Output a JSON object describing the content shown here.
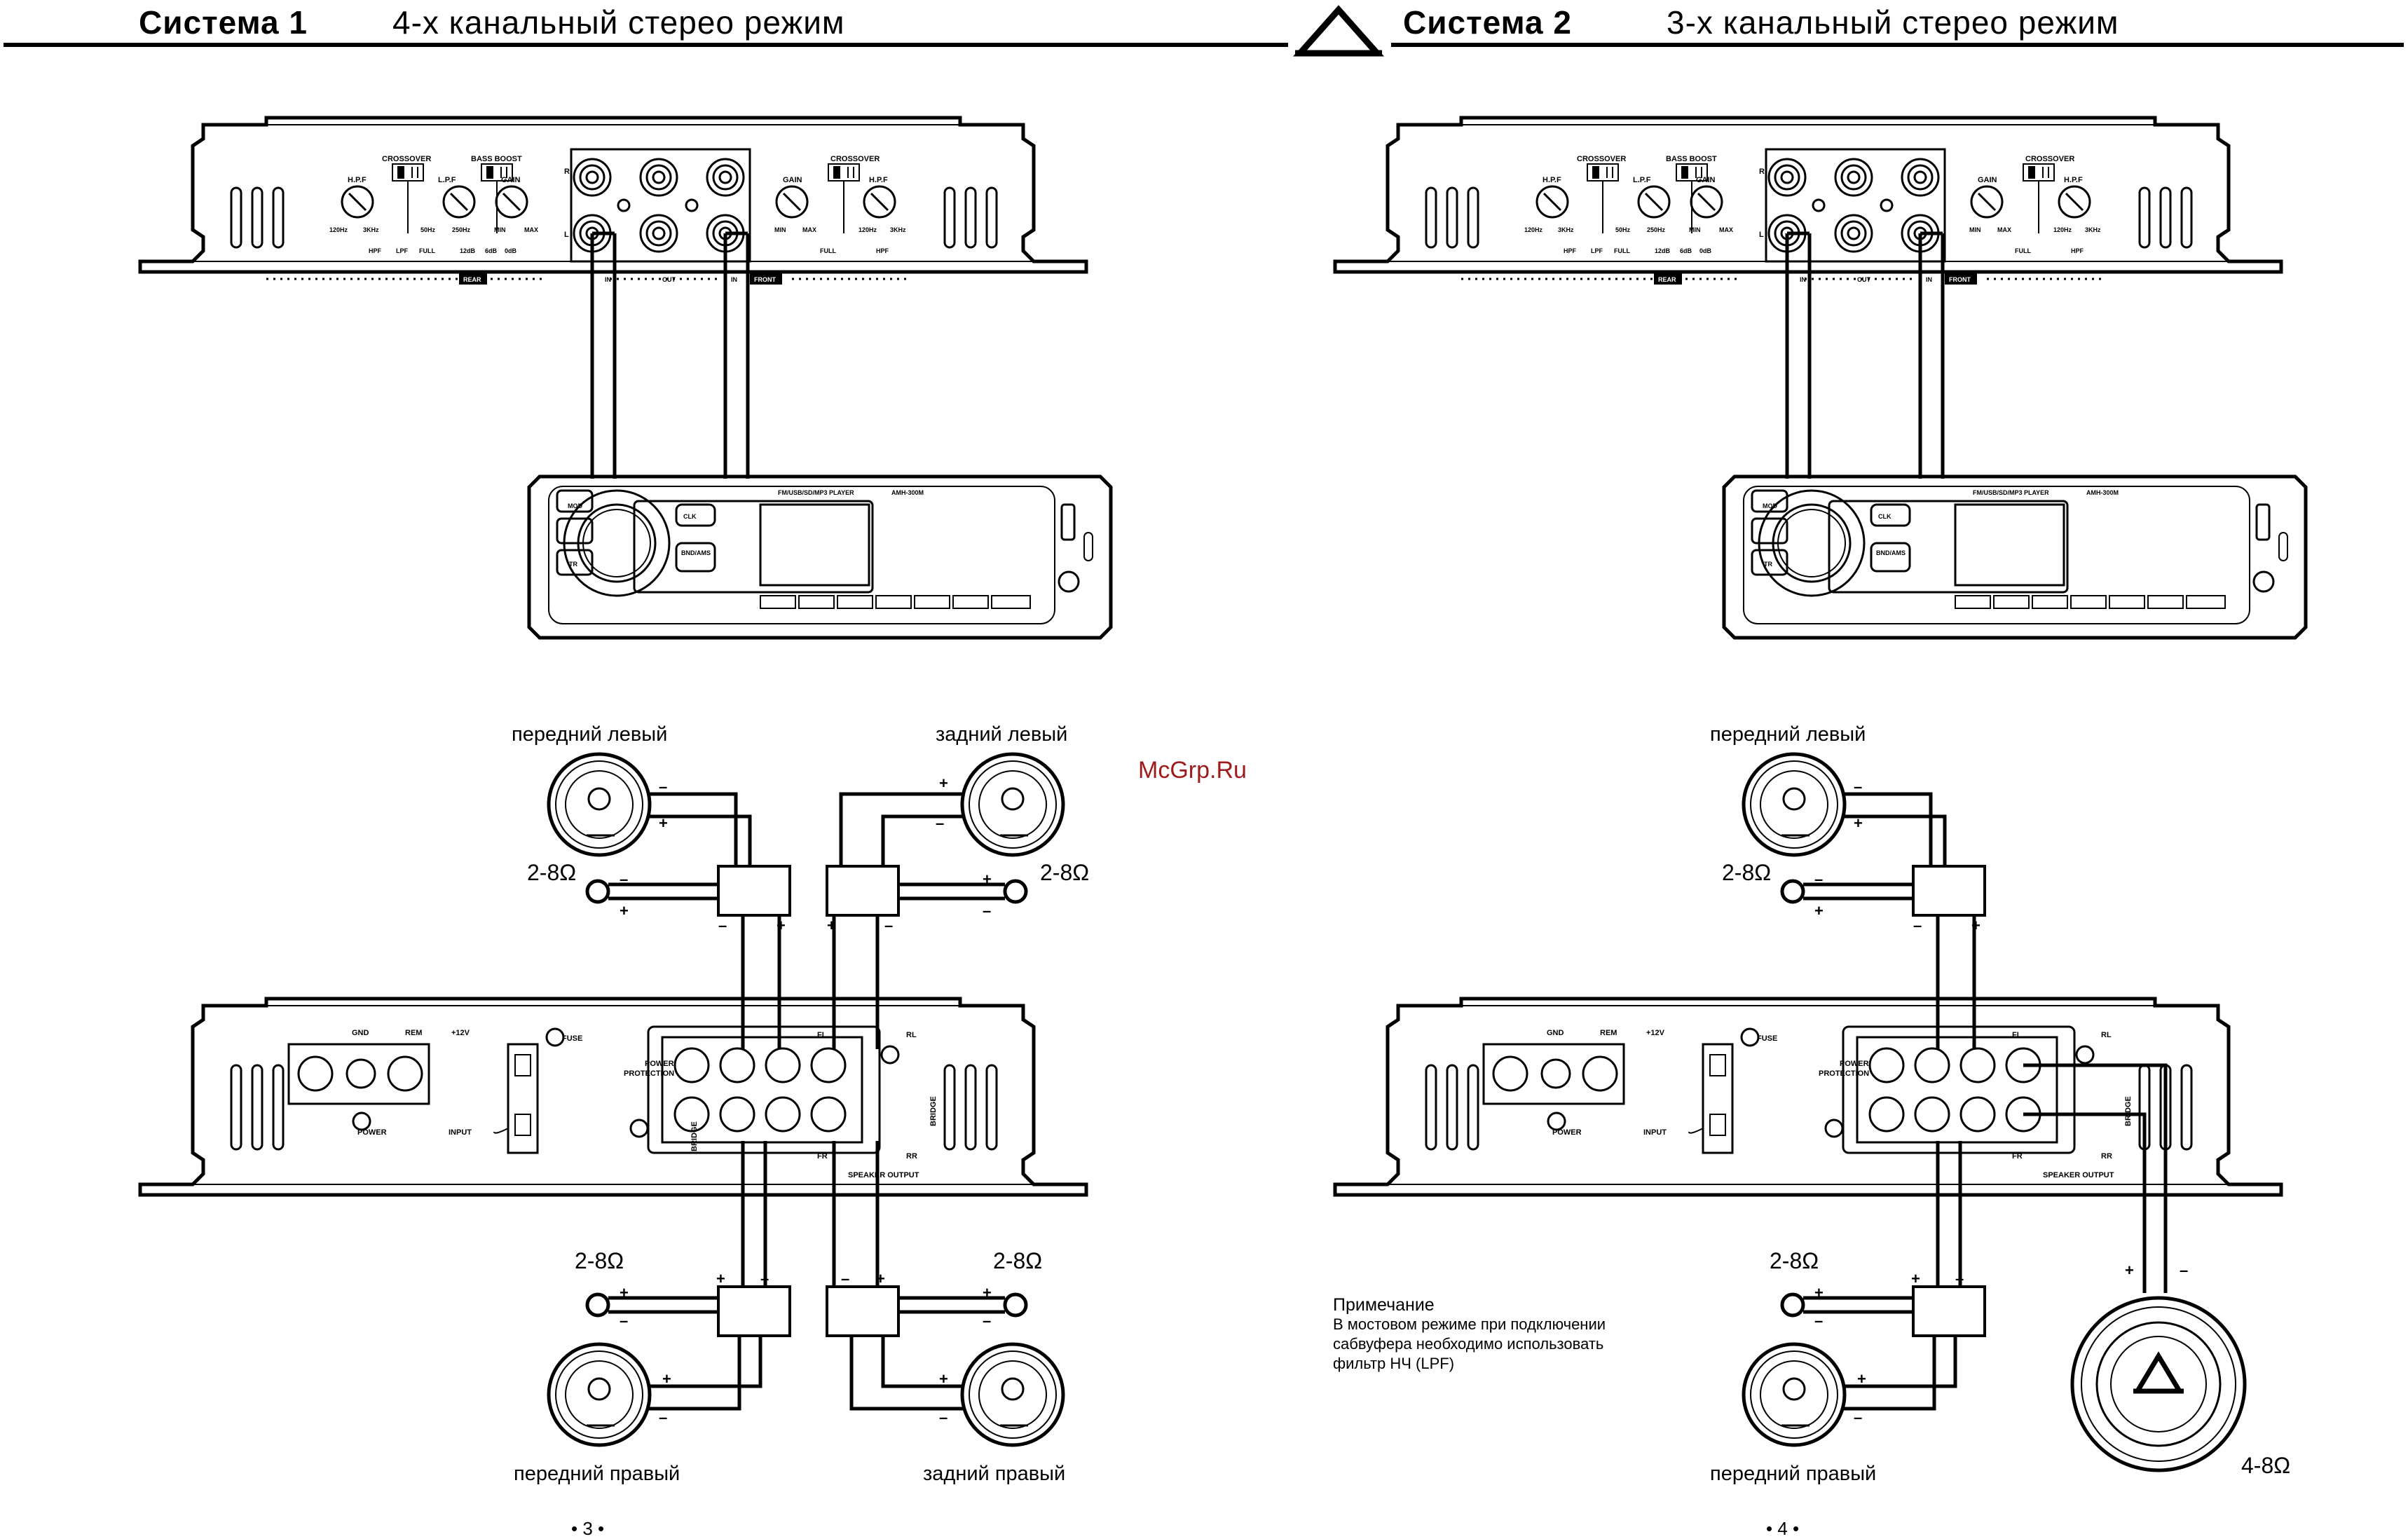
{
  "header": {
    "left": {
      "system": "Система 1",
      "mode": "4-х канальный стерео режим"
    },
    "right": {
      "system": "Система 2",
      "mode": "3-х канальный стерео режим"
    }
  },
  "watermark": "McGrp.Ru",
  "amp_top": {
    "crossover": "CROSSOVER",
    "bass_boost": "BASS BOOST",
    "hpf": "H.P.F",
    "lpf": "L.P.F",
    "gain": "GAIN",
    "hz120": "120Hz",
    "khz3": "3KHz",
    "hz50": "50Hz",
    "hz250": "250Hz",
    "min": "MIN",
    "max": "MAX",
    "hpf_sw": "HPF",
    "lpf_sw": "LPF",
    "full": "FULL",
    "db12": "12dB",
    "db6": "6dB",
    "db0": "0dB",
    "rear": "REAR",
    "front": "FRONT",
    "in": "IN",
    "out": "OUT",
    "r": "R",
    "l": "L"
  },
  "head_unit": {
    "model_line": "FM/USB/SD/MP3 PLAYER",
    "model": "AMH-300M",
    "clk": "CLK",
    "band": "BND/AMS",
    "tr": "TR",
    "mod": "MOD"
  },
  "amp_bottom": {
    "gnd": "GND",
    "rem": "REM",
    "v12": "+12V",
    "power": "POWER",
    "input": "INPUT",
    "fuse": "FUSE",
    "power_protection": [
      "POWER",
      "PROTECTION"
    ],
    "bridge": "BRIDGE",
    "fl": "FL",
    "rl": "RL",
    "fr": "FR",
    "rr": "RR",
    "speaker_output": "SPEAKER  OUTPUT"
  },
  "speakers": {
    "front_left": "передний левый",
    "rear_left": "задний левый",
    "front_right": "передний правый",
    "rear_right": "задний правый",
    "ohm_2_8": "2-8Ω",
    "ohm_4_8": "4-8Ω"
  },
  "note": {
    "title": "Примечание",
    "lines": [
      "В мостовом режиме при подключении",
      "сабвуфера необходимо использовать",
      "фильтр НЧ (LPF)"
    ]
  },
  "pages": {
    "left": "•  3  •",
    "right": "•  4  •"
  }
}
